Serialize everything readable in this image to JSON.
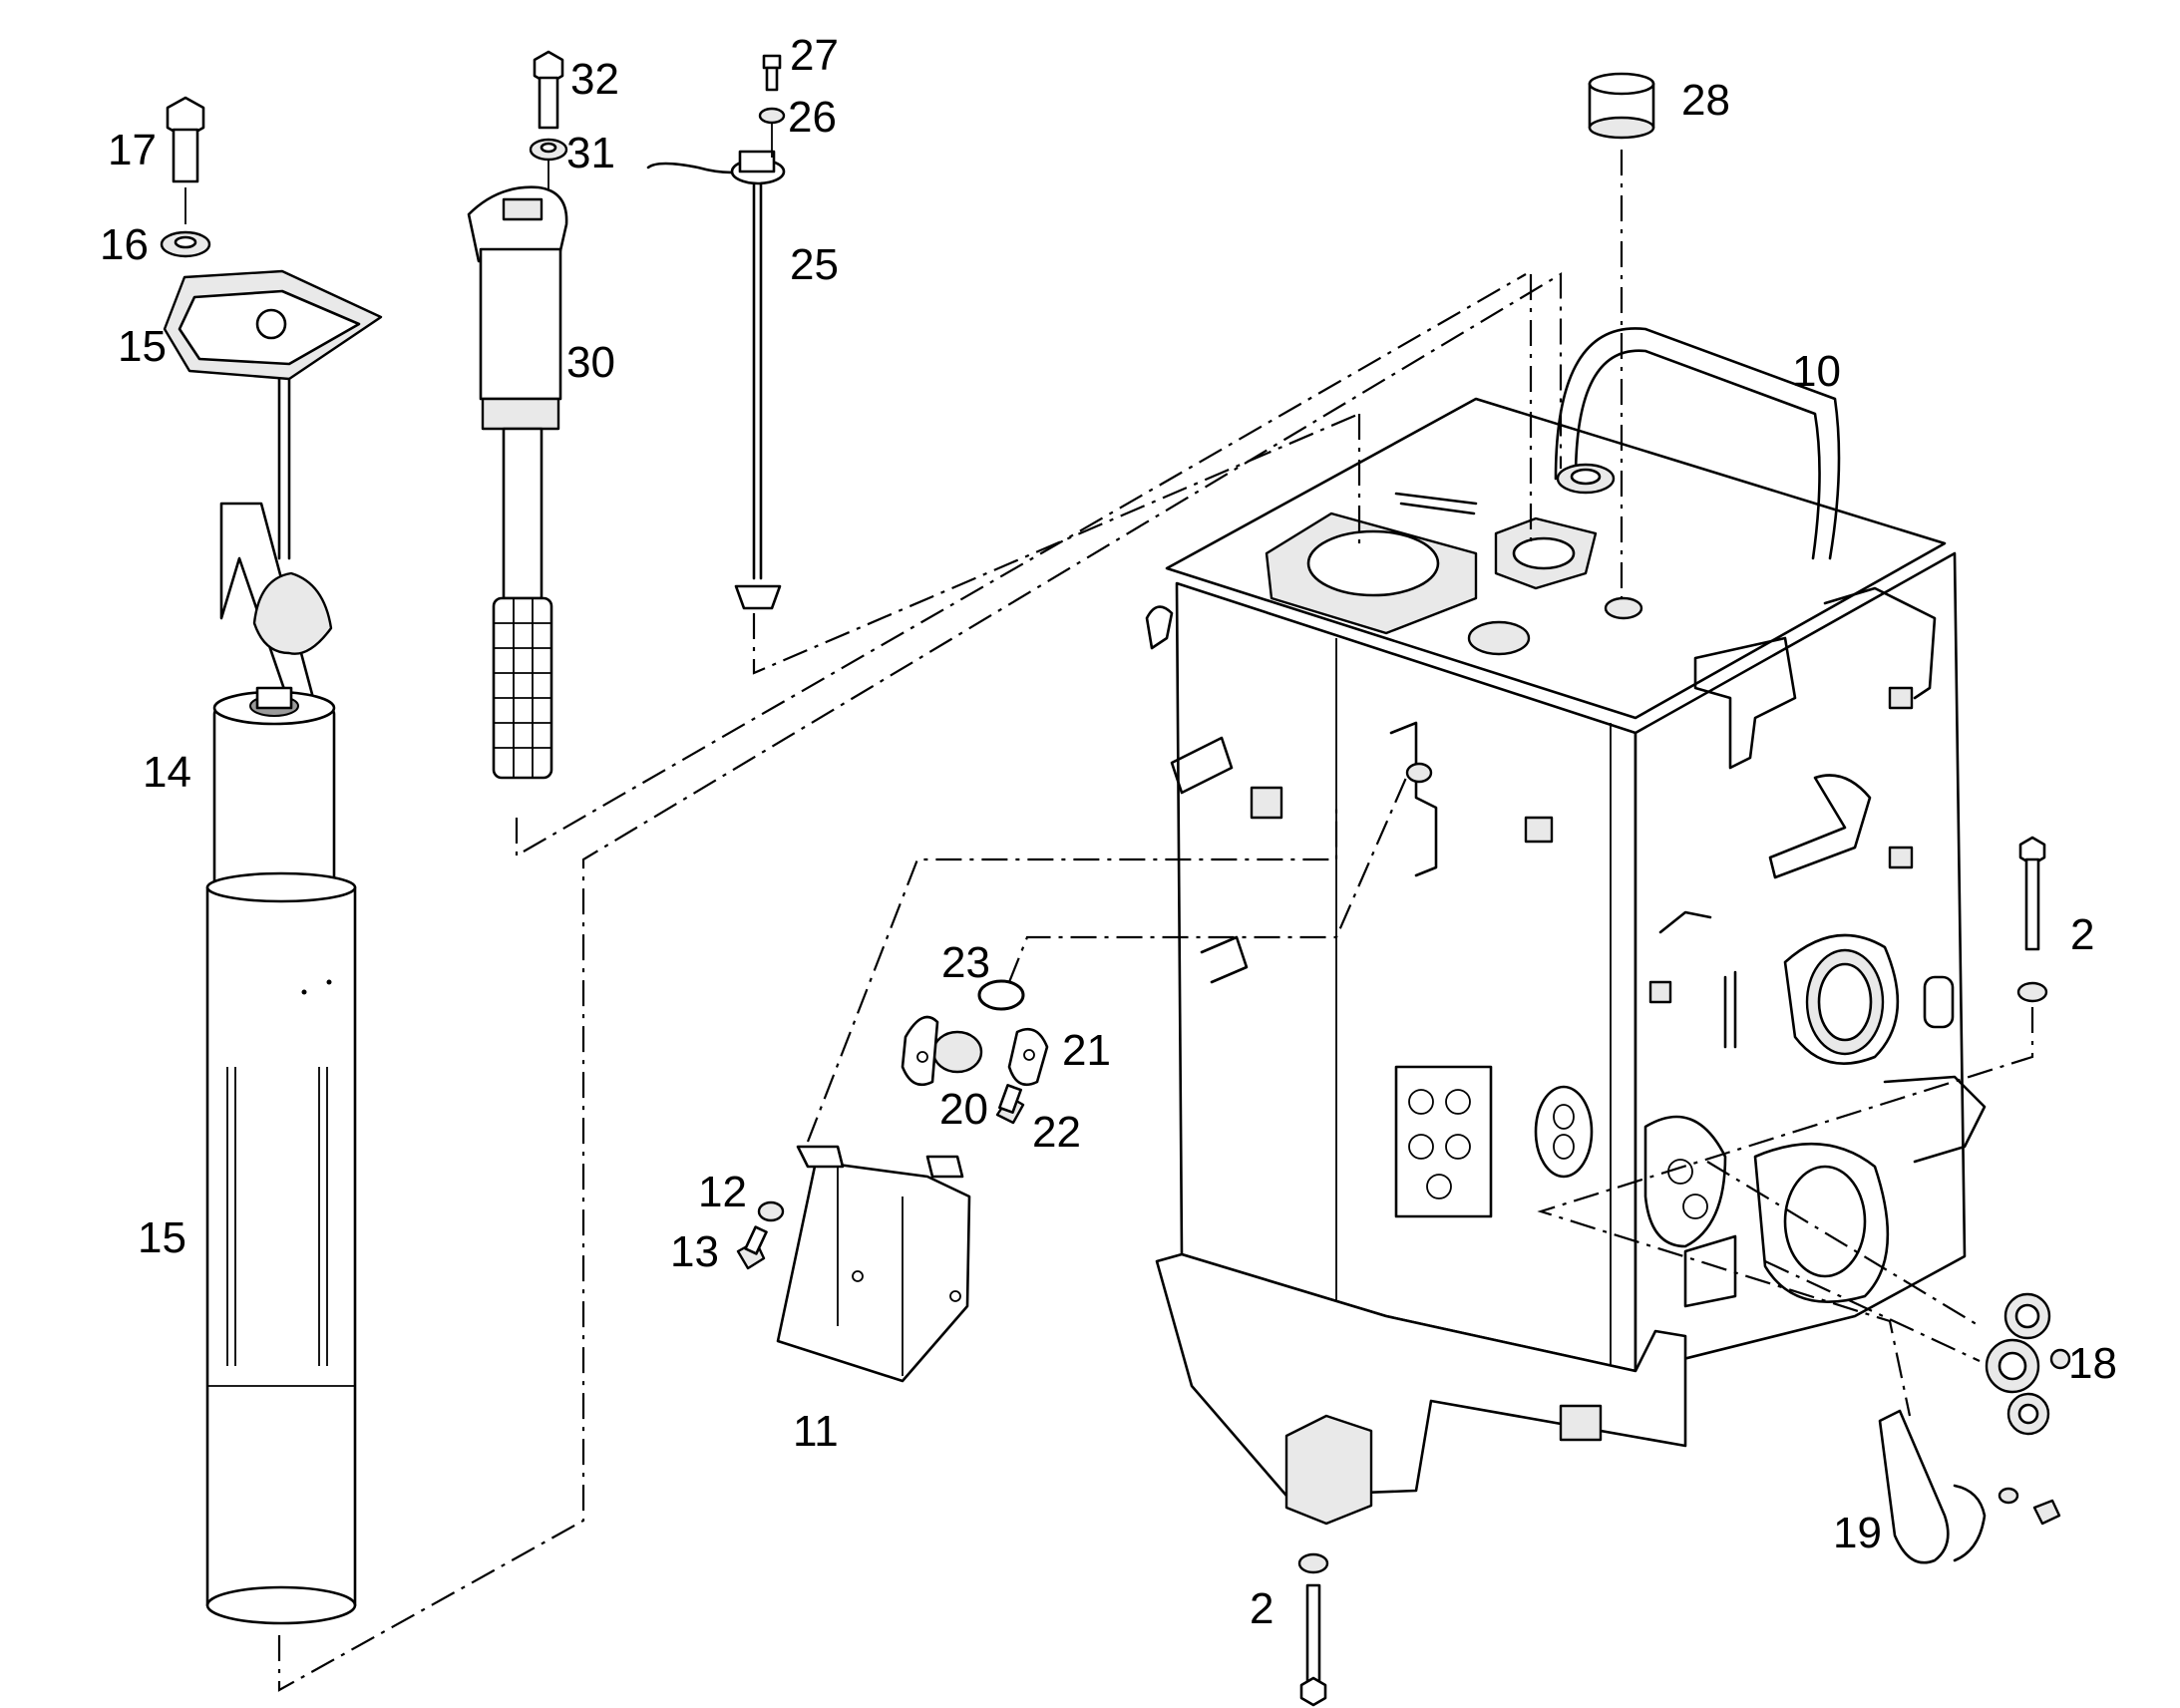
{
  "callouts": {
    "c2a": "2",
    "c2b": "2",
    "c10": "10",
    "c11": "11",
    "c12": "12",
    "c13": "13",
    "c14": "14",
    "c15a": "15",
    "c15b": "15",
    "c16": "16",
    "c17": "17",
    "c18": "18",
    "c19": "19",
    "c20": "20",
    "c21": "21",
    "c22": "22",
    "c23": "23",
    "c25": "25",
    "c26": "26",
    "c27": "27",
    "c28": "28",
    "c30": "30",
    "c31": "31",
    "c32": "32"
  },
  "style": {
    "line_color": "#000000",
    "background": "#ffffff",
    "shade_color": "#e9e9e9"
  }
}
